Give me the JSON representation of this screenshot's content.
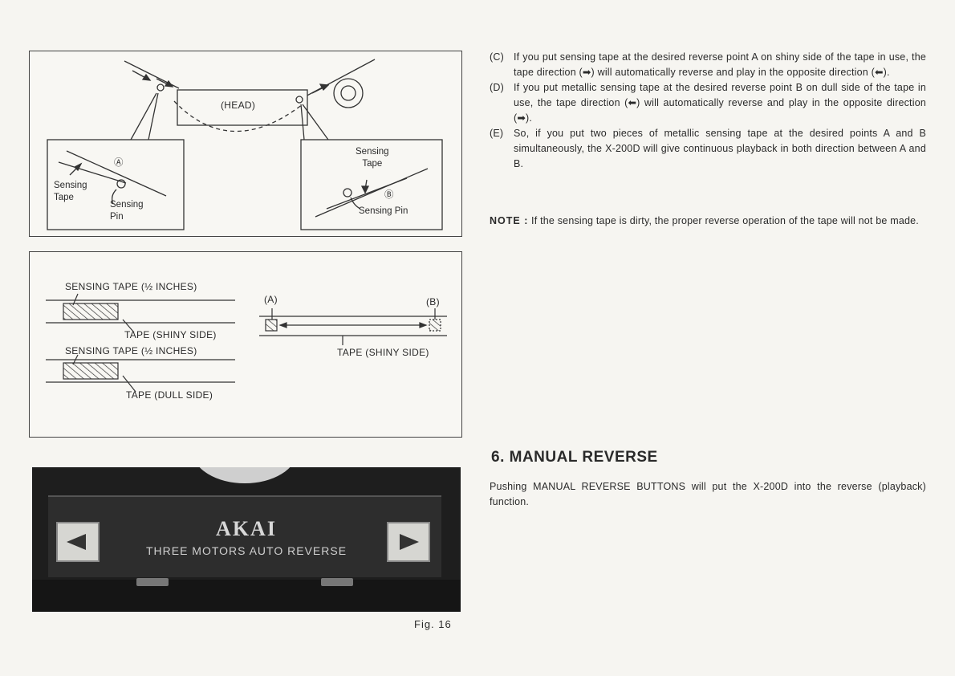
{
  "fig1": {
    "head_label": "(HEAD)",
    "left_inset": {
      "marker": "Ⓐ",
      "tape_label": "Sensing\nTape",
      "pin_label": "Sensing\nPin"
    },
    "right_inset": {
      "tape_label": "Sensing\nTape",
      "marker": "Ⓑ",
      "pin_label": "Sensing Pin"
    }
  },
  "fig2": {
    "top_left": {
      "title": "SENSING TAPE (½ INCHES)",
      "tape_label": "TAPE (SHINY SIDE)"
    },
    "bottom_left": {
      "title": "SENSING TAPE (½ INCHES)",
      "tape_label": "TAPE (DULL SIDE)"
    },
    "right": {
      "marker_a": "(A)",
      "marker_b": "(B)",
      "tape_label": "TAPE (SHINY SIDE)"
    }
  },
  "photo": {
    "brand": "AKAI",
    "subtitle": "THREE MOTORS  AUTO REVERSE"
  },
  "figure_caption": "Fig. 16",
  "items": [
    {
      "tag": "(C)",
      "text": "If you put sensing tape at the desired reverse point A on shiny side of the tape in use, the tape direction (➡) will automatically reverse and play in the opposite direction (⬅)."
    },
    {
      "tag": "(D)",
      "text": "If you put metallic sensing tape at the desired reverse point B on dull side of the tape in use, the tape direction (⬅) will automatically reverse and play in the opposite direction (➡)."
    },
    {
      "tag": "(E)",
      "text": "So, if you put two pieces of metallic sensing tape at the desired points A and B simultaneously, the X-200D will give continuous playback in both direction between A and B."
    }
  ],
  "note": {
    "label": "NOTE :",
    "text": "If the sensing tape is dirty, the proper reverse operation of the tape will not be made."
  },
  "section": {
    "heading": "6.  MANUAL REVERSE",
    "text": "Pushing MANUAL REVERSE BUTTONS will put the X-200D into the reverse (playback) function."
  }
}
